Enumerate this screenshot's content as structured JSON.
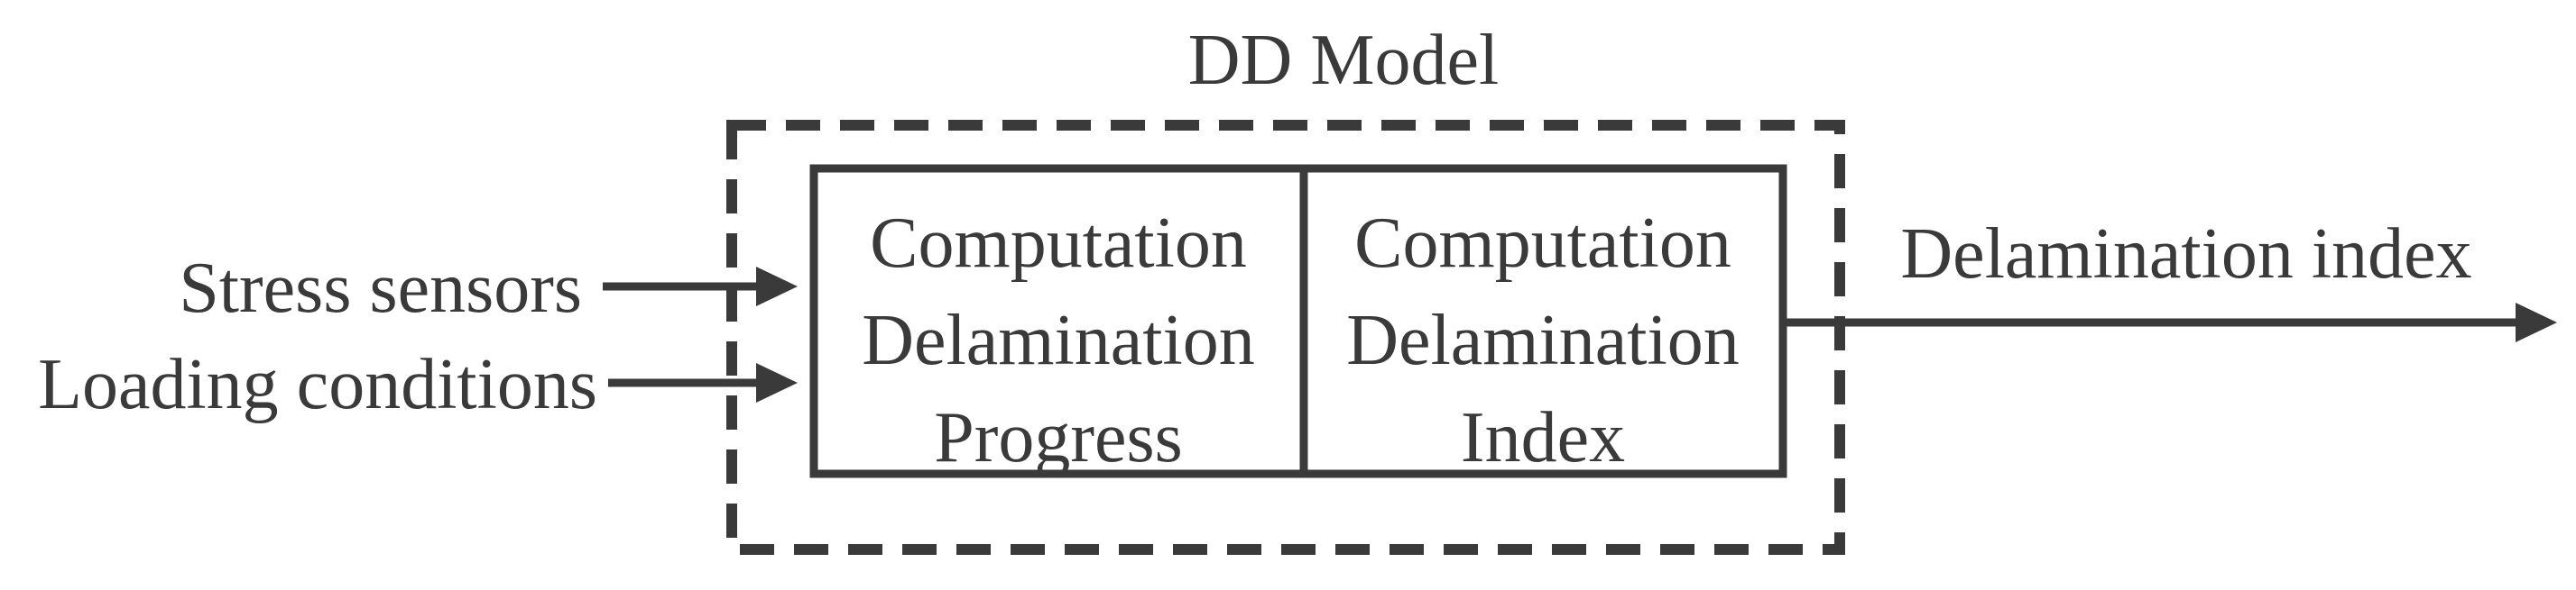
{
  "diagram": {
    "title": "DD Model",
    "container": {
      "name": "DD Model dashed boundary",
      "style": "dashed"
    },
    "blocks": [
      {
        "lines": [
          "Computation",
          "Delamination",
          "Progress"
        ]
      },
      {
        "lines": [
          "Computation",
          "Delamination",
          "Index"
        ]
      }
    ],
    "inputs": [
      {
        "label": "Stress sensors"
      },
      {
        "label": "Loading conditions"
      }
    ],
    "output": {
      "label": "Delamination index"
    },
    "icons": {
      "input_arrow_1": "right-arrow",
      "input_arrow_2": "right-arrow",
      "output_arrow": "right-arrow"
    },
    "colors": {
      "ink": "#3a3a3a",
      "background": "#ffffff"
    }
  }
}
